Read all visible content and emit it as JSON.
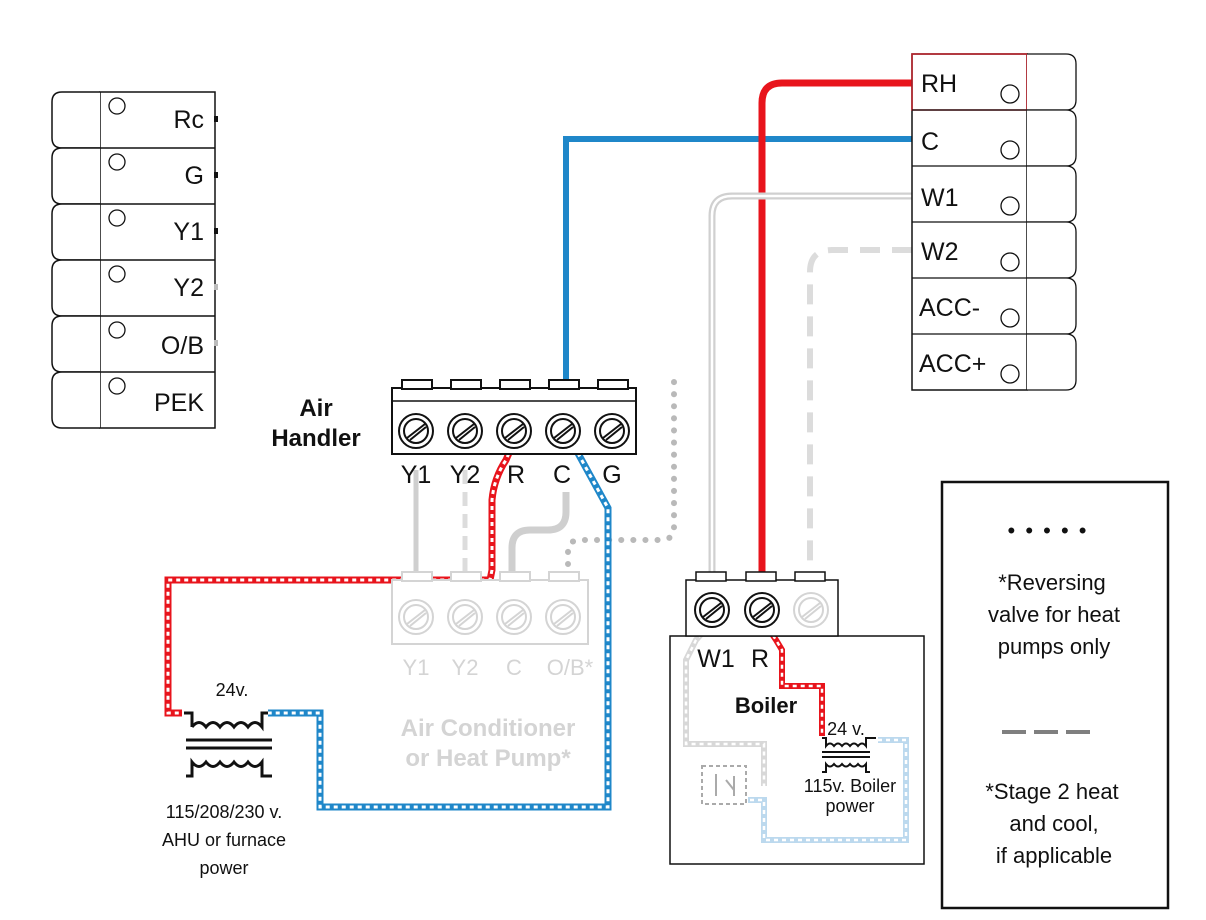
{
  "left_thermostat_terminals": [
    "Rc",
    "G",
    "Y1",
    "Y2",
    "O/B",
    "PEK"
  ],
  "right_thermostat_terminals": [
    "RH",
    "C",
    "W1",
    "W2",
    "ACC-",
    "ACC+"
  ],
  "air_handler": {
    "title_line1": "Air",
    "title_line2": "Handler",
    "terminals": [
      "Y1",
      "Y2",
      "R",
      "C",
      "G"
    ]
  },
  "air_conditioner": {
    "terminals": [
      "Y1",
      "Y2",
      "C",
      "O/B*"
    ],
    "title_line1": "Air Conditioner",
    "title_line2": "or Heat Pump*"
  },
  "transformer_left": {
    "voltage": "24v.",
    "power_line1": "115/208/230 v.",
    "power_line2": "AHU or furnace",
    "power_line3": "power"
  },
  "boiler": {
    "title": "Boiler",
    "terminals": [
      "W1",
      "R"
    ],
    "transformer_voltage": "24 v.",
    "power_line1": "115v. Boiler",
    "power_line2": "power"
  },
  "legend": {
    "dotted_symbol": "• • • • •",
    "dotted_line1": "*Reversing",
    "dotted_line2": "valve for heat",
    "dotted_line3": "pumps only",
    "dashed_line1": "*Stage 2 heat",
    "dashed_line2": "and cool,",
    "dashed_line3": "if applicable"
  },
  "colors": {
    "red_wire": "#e8141c",
    "blue_wire": "#1f87c9",
    "gray_wire": "#d2d2d2",
    "faded": "#d4d4d4",
    "dotted": "#b3b3b3",
    "dashed": "#7f7f7f"
  }
}
